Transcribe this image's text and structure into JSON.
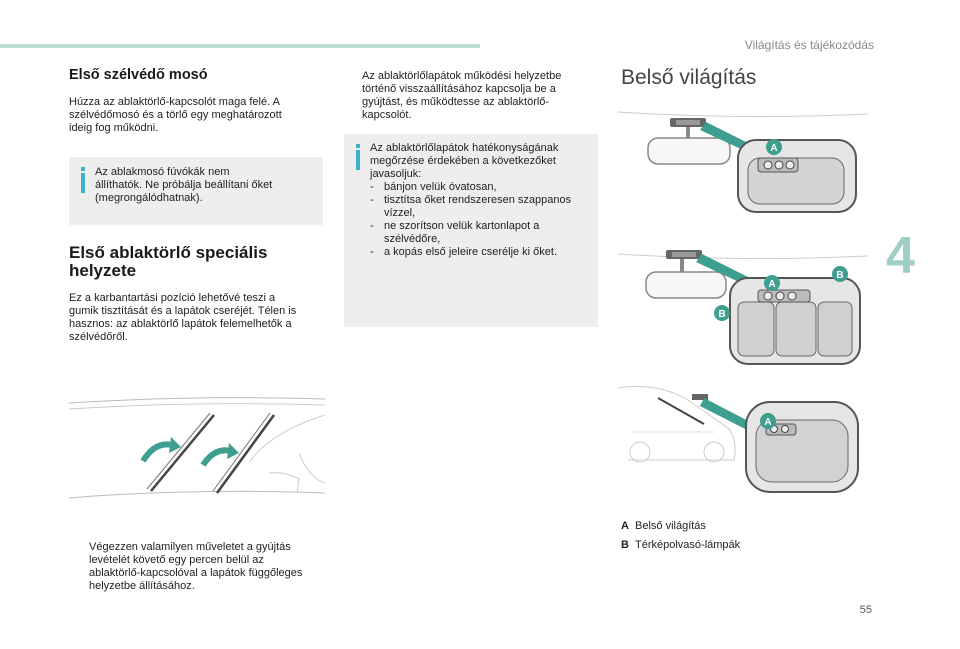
{
  "header": {
    "chapter_title": "Világítás és tájékozódás",
    "chapter_number": "4",
    "page_number": "55"
  },
  "col1": {
    "heading1": "Első szélvédő mosó",
    "para1": [
      "Húzza az ablaktörlő-kapcsolót maga felé. A",
      "szélvédőmosó és a törlő egy meghatározott",
      "ideig fog működni."
    ],
    "info1": [
      "Az ablakmosó fúvókák nem",
      "állíthatók. Ne próbálja beállítani őket",
      "(megrongálódhatnak)."
    ],
    "heading2": [
      "Első ablaktörlő speciális",
      "helyzete"
    ],
    "para2": [
      "Ez a karbantartási pozíció lehetővé teszi a",
      "gumik tisztítását és a lapátok cseréjét. Télen is",
      "hasznos: az ablaktörlő lapátok felemelhetők a",
      "szélvédőről."
    ],
    "bullet_marker": "",
    "bullet1": [
      "Végezzen valamilyen műveletet a gyújtás",
      "levételét követő egy percen belül az",
      "ablaktörlő-kapcsolóval a lapátok függőleges",
      "helyzetbe állításához."
    ]
  },
  "col2": {
    "bullet_marker": "",
    "bullet1": [
      "Az ablaktörlőlapátok működési helyzetbe",
      "történő visszaállításához kapcsolja be a",
      "gyújtást, és működtesse az ablaktörlő-",
      "kapcsolót."
    ],
    "info_intro": [
      "Az ablaktörlőlapátok hatékonyságának",
      "megőrzése érdekében a következőket",
      "javasoljuk:"
    ],
    "info_items": [
      [
        "bánjon velük óvatosan,"
      ],
      [
        "tisztítsa őket rendszeresen szappanos",
        "vízzel,"
      ],
      [
        "ne szorítson velük kartonlapot a",
        "szélvédőre,"
      ],
      [
        "a kopás első jeleire cserélje ki őket."
      ]
    ],
    "dash": "-"
  },
  "col3": {
    "heading": "Belső világítás",
    "label_a": "A",
    "label_b": "B",
    "legend": [
      {
        "key": "A",
        "text": "Belső világítás"
      },
      {
        "key": "B",
        "text": "Térképolvasó-lámpák"
      }
    ]
  },
  "colors": {
    "accent": "#3e9e8f",
    "info_bg": "#eeeeee",
    "info_icon": "#3bb1c9",
    "topbar": "#b8dcd3"
  }
}
